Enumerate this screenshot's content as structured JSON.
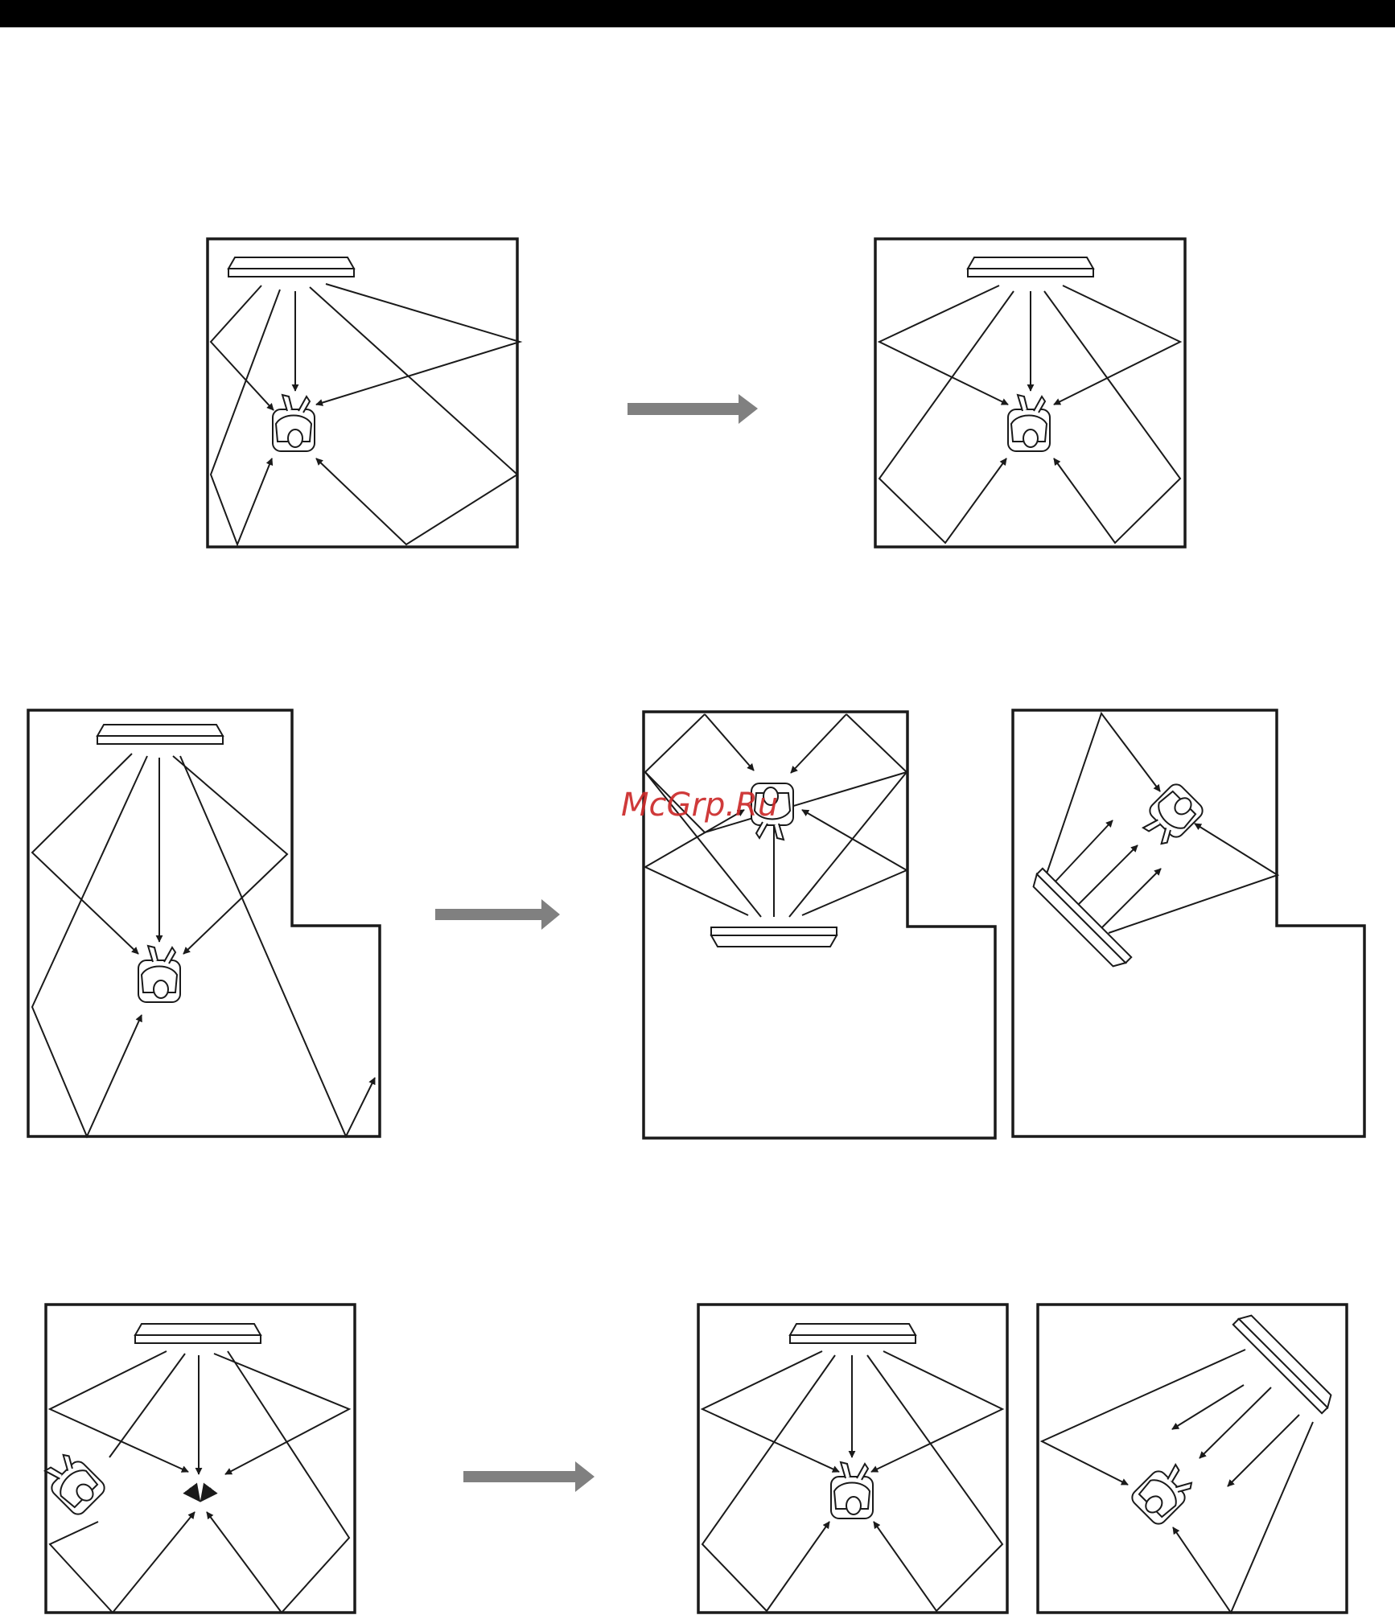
{
  "watermark": {
    "text": "McGrp.Ru",
    "color": "#cc2a2a"
  },
  "colors": {
    "line": "#1a1a1a",
    "transition_arrow": "#808080",
    "background": "#ffffff",
    "top_bar": "#000000"
  },
  "icons": {
    "speaker": "soundbar-icon",
    "listener": "seated-listener-icon",
    "transition": "right-arrow-icon"
  },
  "rows": [
    {
      "id": "row-1",
      "before_panels": 1,
      "after_panels": 1
    },
    {
      "id": "row-2",
      "before_panels": 1,
      "after_panels": 2
    },
    {
      "id": "row-3",
      "before_panels": 1,
      "after_panels": 2
    }
  ]
}
